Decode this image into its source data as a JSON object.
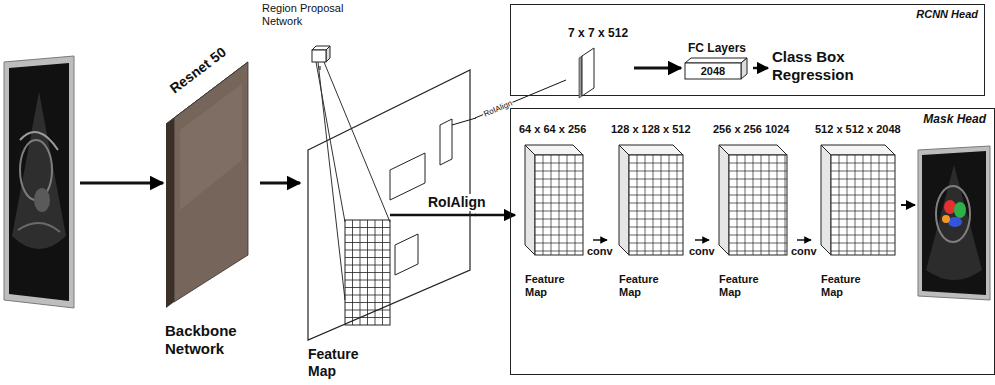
{
  "diagram": {
    "nodes": [
      {
        "text": [
          "Resnet 50",
          "Backbone Network"
        ]
      },
      {
        "text": [
          "Region Proposal Network"
        ]
      },
      {
        "text": [
          "Feature Map"
        ]
      },
      {
        "text": [
          "RCNN Head"
        ]
      },
      {
        "text": [
          "7 x 7 x 512"
        ],
        "in": 3
      },
      {
        "text": [
          "FC Layers",
          "2048"
        ],
        "in": 3
      },
      {
        "text": [
          "Mask Head"
        ]
      },
      {
        "text": [
          "64 x 64 x 256",
          "Feature Map"
        ],
        "in": 6
      },
      {
        "text": [
          "128 x 128 x 512",
          "Feature Map"
        ],
        "in": 6
      },
      {
        "text": [
          "256 x 256 1024",
          "Feature Map"
        ],
        "in": 6
      },
      {
        "text": [
          "512 x 512 x 2048",
          "Feature Map"
        ],
        "in": 6
      }
    ],
    "edges": [
      {
        "from": 0,
        "to": 2,
        "arrow": "to"
      },
      {
        "from": 1,
        "to": 2,
        "arrow": "none"
      },
      {
        "from": 2,
        "to": 4,
        "label": "RoIAlign",
        "arrow": "none"
      },
      {
        "from": 4,
        "to": 5,
        "arrow": "to"
      },
      {
        "from": 2,
        "to": 7,
        "label": "RoIAlign",
        "arrow": "to"
      },
      {
        "from": 7,
        "to": 8,
        "label": "conv",
        "arrow": "to"
      },
      {
        "from": 8,
        "to": 9,
        "label": "conv",
        "arrow": "to"
      },
      {
        "from": 9,
        "to": 10,
        "label": "conv",
        "arrow": "to"
      }
    ],
    "labels": [
      "Class Box Regression"
    ]
  }
}
